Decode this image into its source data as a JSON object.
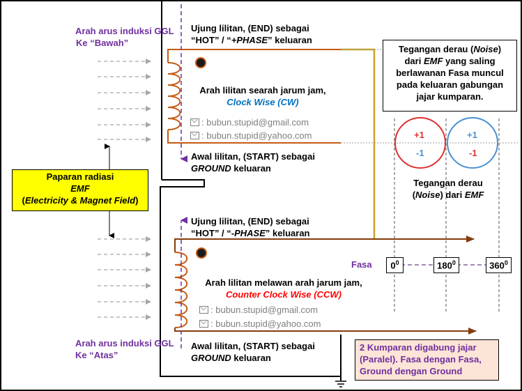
{
  "top_induction": {
    "line1": "Arah arus induksi GGL",
    "line2": "Ke “Bawah”"
  },
  "bottom_induction": {
    "line1": "Arah arus induksi GGL",
    "line2": "Ke “Atas”"
  },
  "coil1": {
    "end_line1": "Ujung lilitan, (END) sebagai",
    "end_hot": "“HOT” / “",
    "end_phase": "+PHASE",
    "end_tail": "” keluaran",
    "dir_line1": "Arah lilitan searah jarum jam,",
    "dir_name": "Clock Wise",
    "dir_abbr": "CW",
    "email1": "bubun.stupid@gmail.com",
    "email2": "bubun.stupid@yahoo.com",
    "start_line1": "Awal lilitan, (START) sebagai",
    "start_ground": "GROUND",
    "start_tail": " keluaran"
  },
  "coil2": {
    "end_line1": "Ujung lilitan, (END) sebagai",
    "end_hot": "“HOT” / “",
    "end_phase": "-PHASE",
    "end_tail": "” keluaran",
    "dir_line1": "Arah lilitan melawan arah jarum jam,",
    "dir_name": "Counter Clock Wise",
    "dir_abbr": "CCW",
    "email1": "bubun.stupid@gmail.com",
    "email2": "bubun.stupid@yahoo.com",
    "start_line1": "Awal lilitan, (START) sebagai",
    "start_ground": "GROUND",
    "start_tail": " keluaran"
  },
  "emf_box": {
    "line1": "Paparan radiasi",
    "line2": "EMF",
    "line3": "Electricity & Magnet Field"
  },
  "noise_box": {
    "line1a": "Tegangan derau (",
    "line1b": "Noise",
    "line1c": ")",
    "line2a": "dari ",
    "line2b": "EMF",
    "line2c": " yang saling",
    "line3": "berlawanan Fasa muncul",
    "line4": "pada keluaran gabungan",
    "line5": "jajar kumparan."
  },
  "circles": {
    "left_top": "+1",
    "left_bottom": "-1",
    "right_top": "+1",
    "right_bottom": "-1",
    "blue": "#4a90d0",
    "red": "#e03030"
  },
  "noise_caption": {
    "line1": "Tegangan derau",
    "line2a": "(",
    "line2b": "Noise",
    "line2c": ") dari ",
    "line2d": "EMF"
  },
  "phase": {
    "label": "Fasa",
    "p0": "0",
    "p180": "180",
    "p360": "360",
    "unit": "0"
  },
  "parallel_box": {
    "line1": "2 Kumparan digabung jajar",
    "line2": "(Paralel). Fasa dengan Fasa,",
    "line3": "Ground dengan Ground"
  },
  "colors": {
    "coil": "#c55a11",
    "gold": "#c9a227",
    "purple": "#7030a0",
    "arrow_gray": "#a6a6a6",
    "emf_bg": "#ffff00",
    "parallel_bg": "#fce4d6"
  }
}
